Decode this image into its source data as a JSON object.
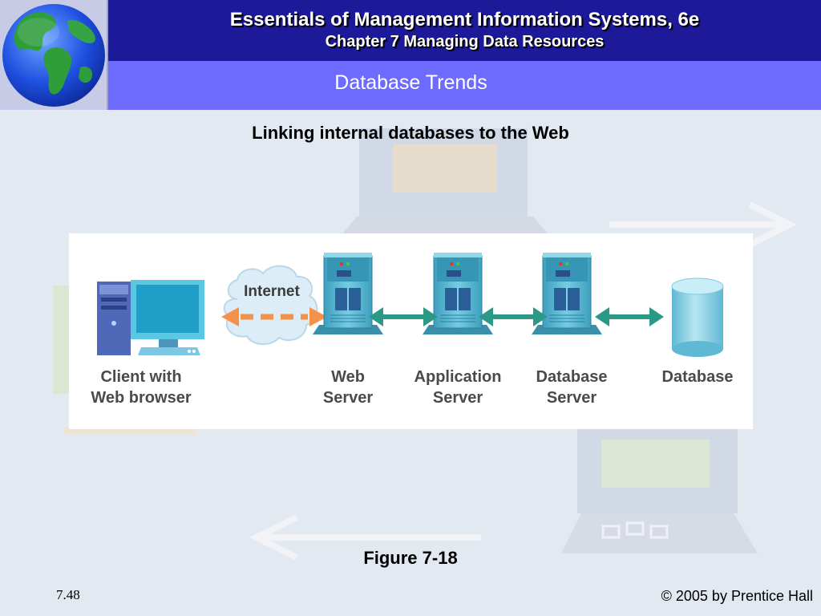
{
  "header": {
    "title": "Essentials of Management Information Systems, 6e",
    "subtitle": "Chapter 7 Managing Data Resources"
  },
  "slide": {
    "title": "Database Trends",
    "diagram_title": "Linking internal databases to the Web",
    "figure_caption": "Figure 7-18",
    "page_number": "7.48",
    "copyright": "© 2005 by Prentice Hall"
  },
  "diagram": {
    "cloud_label": "Internet",
    "nodes": [
      {
        "line1": "Client with",
        "line2": "Web browser"
      },
      {
        "line1": "Web",
        "line2": "Server"
      },
      {
        "line1": "Application",
        "line2": "Server"
      },
      {
        "line1": "Database",
        "line2": "Server"
      },
      {
        "line1": "",
        "line2": "Database"
      }
    ],
    "colors": {
      "cloud_arrow": "#f4924a",
      "link_arrow": "#2a9a86",
      "server": "#5dbcd6",
      "cylinder": "#8fd0e6"
    }
  },
  "icons": [
    "globe-icon",
    "client-computer-icon",
    "internet-cloud-icon",
    "server-icon",
    "database-cylinder-icon"
  ]
}
